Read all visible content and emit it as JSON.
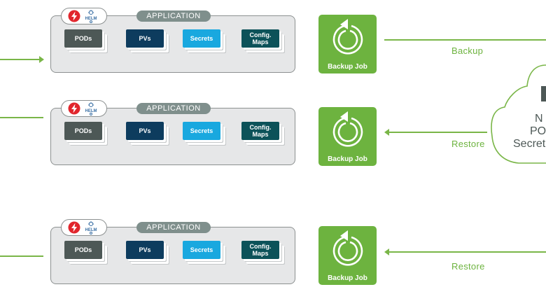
{
  "colors": {
    "accent_green": "#6db33f",
    "pods": "#4d5856",
    "pvs": "#0d3c5e",
    "secrets": "#19a8df",
    "config_maps": "#0c5259",
    "application_pill": "#7f8f8c"
  },
  "rows": [
    {
      "helm_label": "HELM",
      "application_label": "APPLICATION",
      "resources": [
        "PODs",
        "PVs",
        "Secrets",
        "Config.\nMaps"
      ],
      "job_label": "Backup Job",
      "flow_label": "Backup",
      "flow_direction": "to-cloud"
    },
    {
      "helm_label": "HELM",
      "application_label": "APPLICATION",
      "resources": [
        "PODs",
        "PVs",
        "Secrets",
        "Config.\nMaps"
      ],
      "job_label": "Backup Job",
      "flow_label": "Restore",
      "flow_direction": "from-cloud"
    },
    {
      "helm_label": "HELM",
      "application_label": "APPLICATION",
      "resources": [
        "PODs",
        "PVs",
        "Secrets",
        "Config.\nMaps"
      ],
      "job_label": "Backup Job",
      "flow_label": "Restore",
      "flow_direction": "from-cloud"
    }
  ],
  "cloud": {
    "lines": [
      "N",
      "PO",
      "Secret"
    ],
    "icon": "storage-icon"
  },
  "icons": [
    "lightning-icon",
    "helm-wheel-icon",
    "circular-arrow-icon",
    "cloud-icon"
  ]
}
